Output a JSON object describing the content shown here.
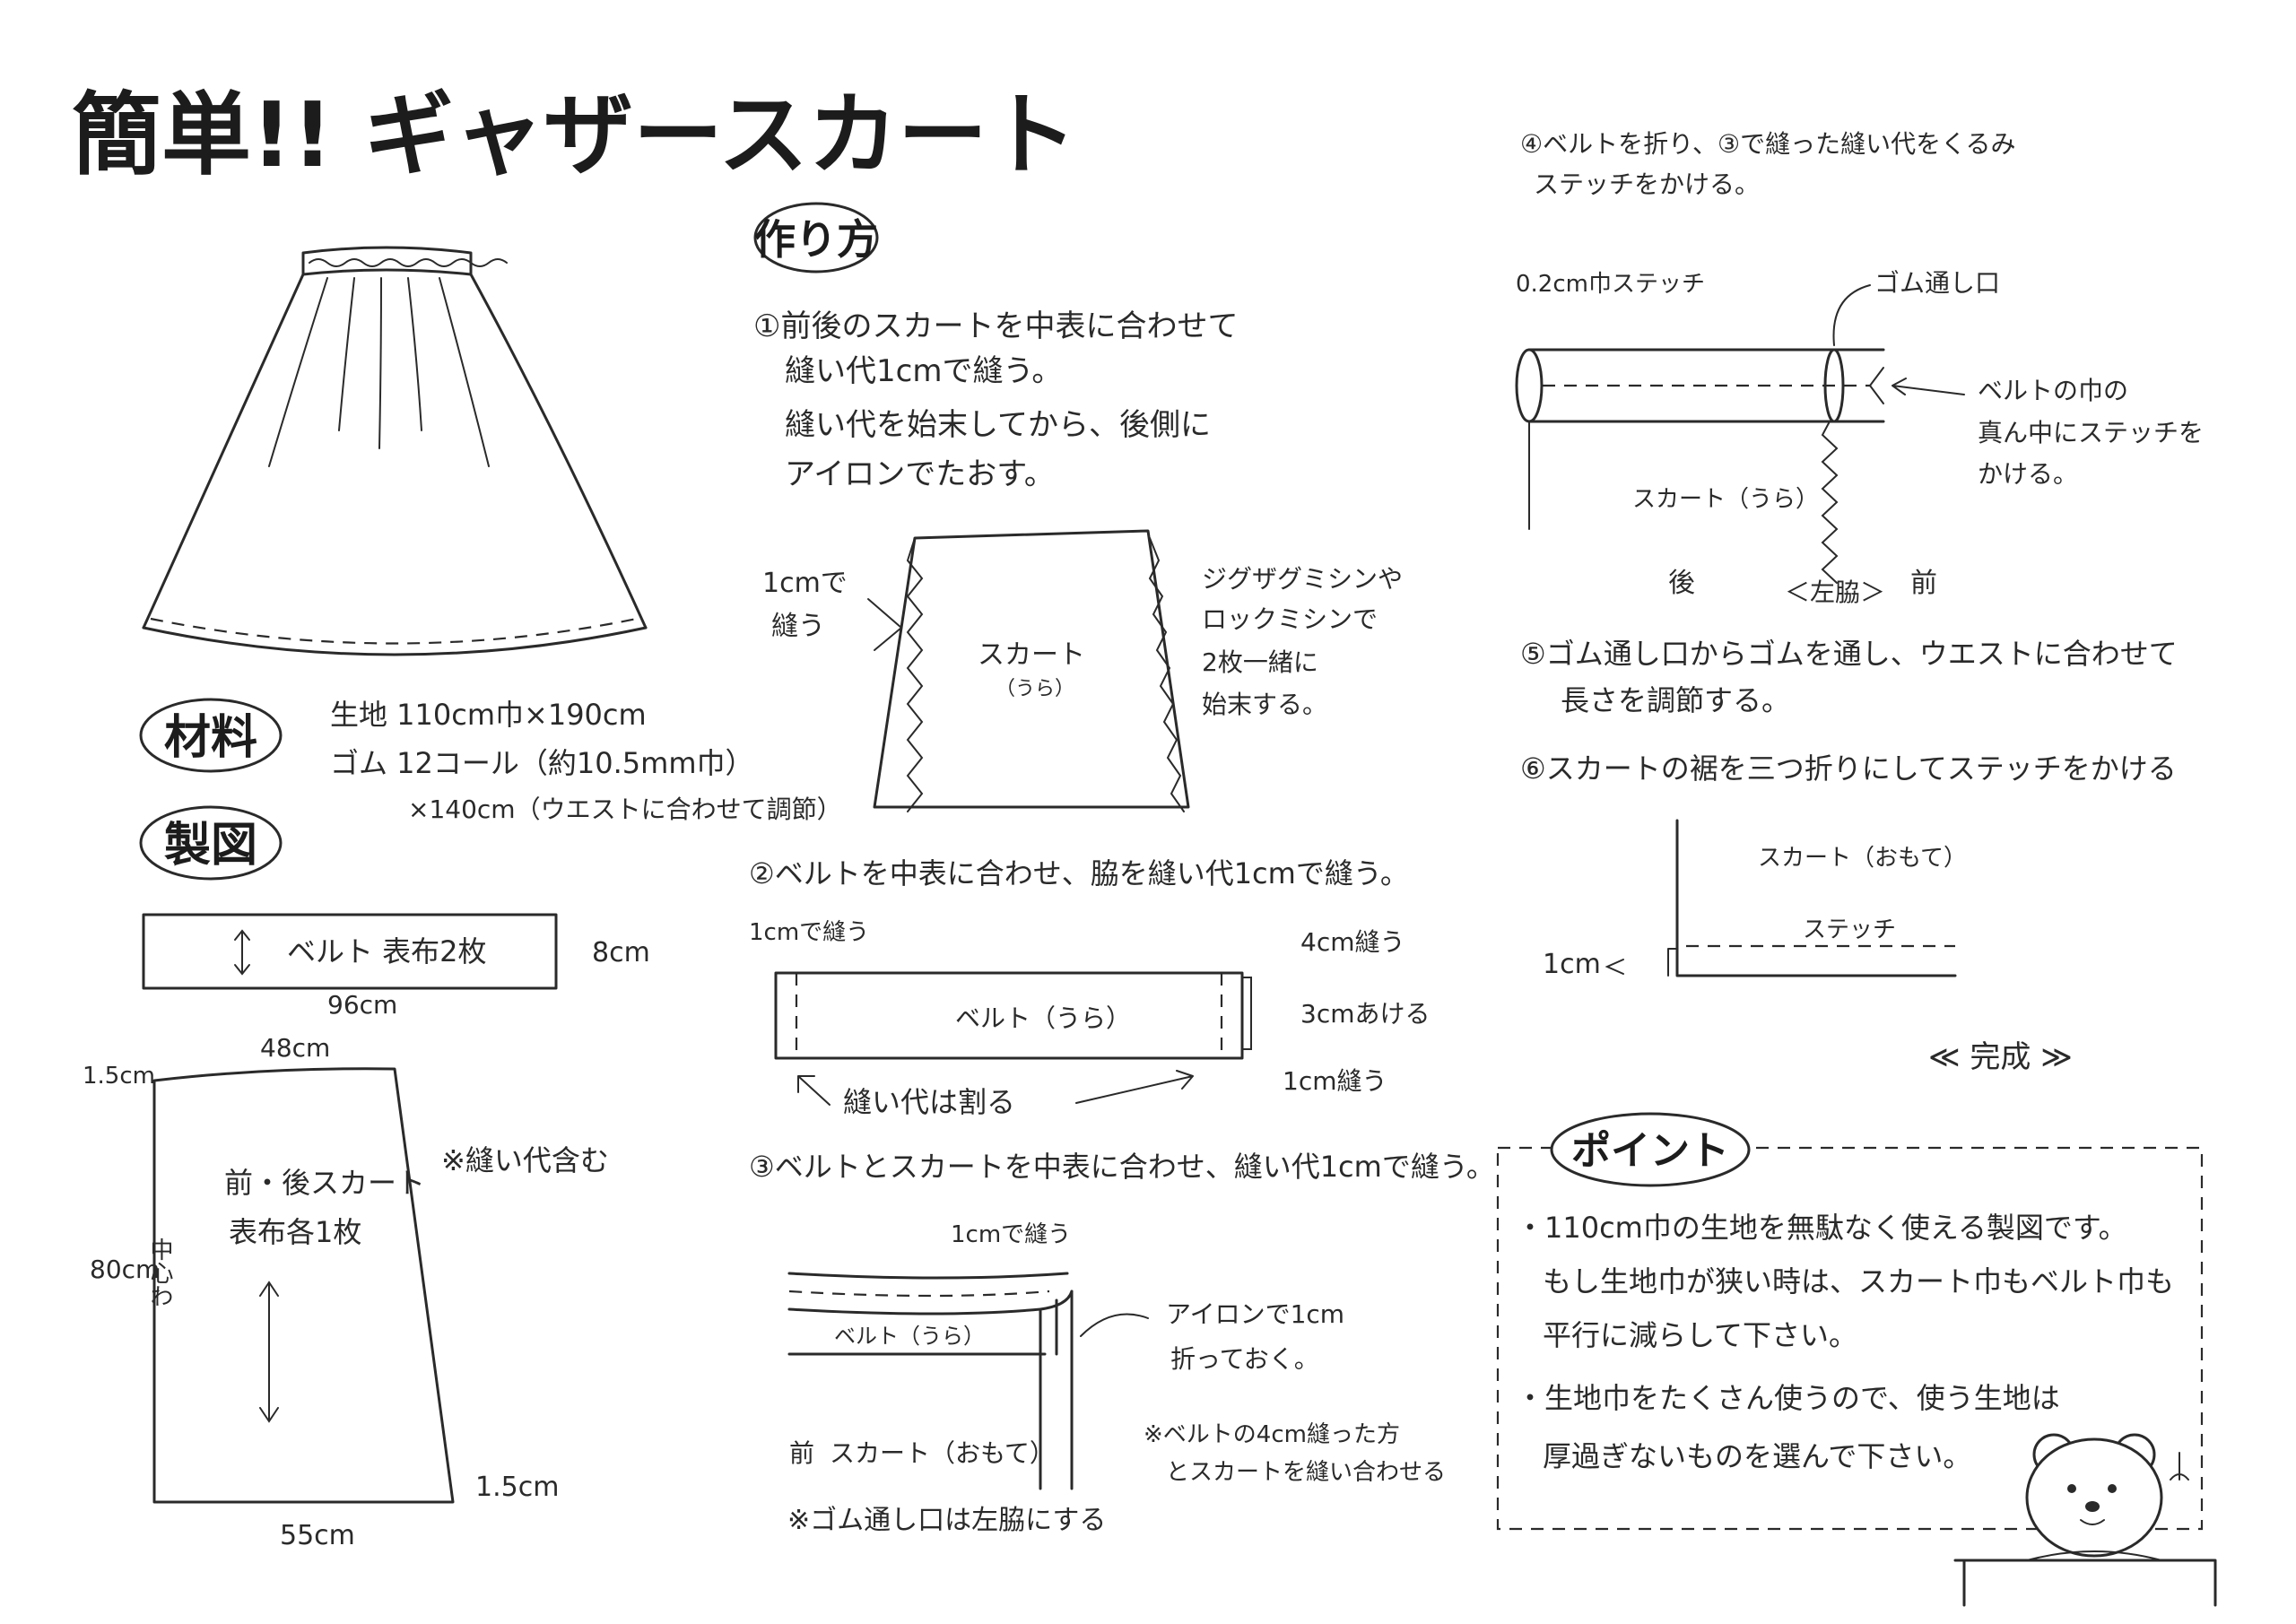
{
  "title": "簡単!! ギャザースカート",
  "materials": {
    "heading": "材料",
    "fabric": "生地 110cm巾×190cm",
    "elastic": "ゴム 12コール（約10.5mm巾）",
    "elastic_length": "×140cm（ウエストに合わせて調節）"
  },
  "pattern": {
    "heading": "製図",
    "belt_label": "ベルト 表布2枚",
    "belt_height": "8cm",
    "belt_width": "96cm",
    "skirt_top": "48cm",
    "skirt_top_rise": "1.5cm",
    "skirt_label_1": "前・後スカート",
    "skirt_label_2": "表布各1枚",
    "center_fold": "中心わ",
    "skirt_length": "80cm",
    "skirt_bottom": "55cm",
    "skirt_bottom_rise": "1.5cm",
    "seam_note": "※縫い代含む"
  },
  "howto": {
    "heading": "作り方",
    "step1": [
      "①前後のスカートを中表に合わせて",
      "縫い代1cmで縫う。",
      "縫い代を始末してから、後側に",
      "アイロンでたおす。"
    ],
    "step1_fig": {
      "sew": [
        "1cmで",
        "縫う"
      ],
      "skirt": "スカート",
      "skirt_sub": "（うら）",
      "zigzag": [
        "ジグザグミシンや",
        "ロックミシンで",
        "2枚一緒に",
        "始末する。"
      ]
    },
    "step2": "②ベルトを中表に合わせ、脇を縫い代1cmで縫う。",
    "step2_fig": {
      "sew_left": "1cmで縫う",
      "sew_4cm": "4cm縫う",
      "open_3cm": "3cmあける",
      "sew_1cm": "1cm縫う",
      "belt": "ベルト（うら）",
      "split": "縫い代は割る"
    },
    "step3": "③ベルトとスカートを中表に合わせ、縫い代1cmで縫う。",
    "step3_fig": {
      "sew": "1cmで縫う",
      "belt": "ベルト（うら）",
      "iron": [
        "アイロンで1cm",
        "折っておく。"
      ],
      "front": "前",
      "skirt": "スカート（おもて）",
      "note": [
        "※ベルトの4cm縫った方",
        "とスカートを縫い合わせる"
      ],
      "elastic_note": "※ゴム通し口は左脇にする"
    },
    "step4": [
      "④ベルトを折り、③で縫った縫い代をくるみ",
      "ステッチをかける。"
    ],
    "step4_fig": {
      "stitch": "0.2cm巾ステッチ",
      "elastic_opening": "ゴム通し口",
      "center": [
        "ベルトの巾の",
        "真ん中にステッチを",
        "かける。"
      ],
      "skirt": "スカート（うら）",
      "back": "後",
      "side": "＜左脇＞",
      "front": "前"
    },
    "step5": [
      "⑤ゴム通し口からゴムを通し、ウエストに合わせて",
      "長さを調節する。"
    ],
    "step6": "⑥スカートの裾を三つ折りにしてステッチをかける",
    "step6_fig": {
      "skirt": "スカート（おもて）",
      "stitch": "ステッチ",
      "width": "1cm"
    },
    "done": "≪ 完成 ≫"
  },
  "point": {
    "heading": "ポイント",
    "lines": [
      "・110cm巾の生地を無駄なく使える製図です。",
      "もし生地巾が狭い時は、スカート巾もベルト巾も",
      "平行に減らして下さい。",
      "・生地巾をたくさん使うので、使う生地は",
      "厚過ぎないものを選んで下さい。"
    ]
  }
}
